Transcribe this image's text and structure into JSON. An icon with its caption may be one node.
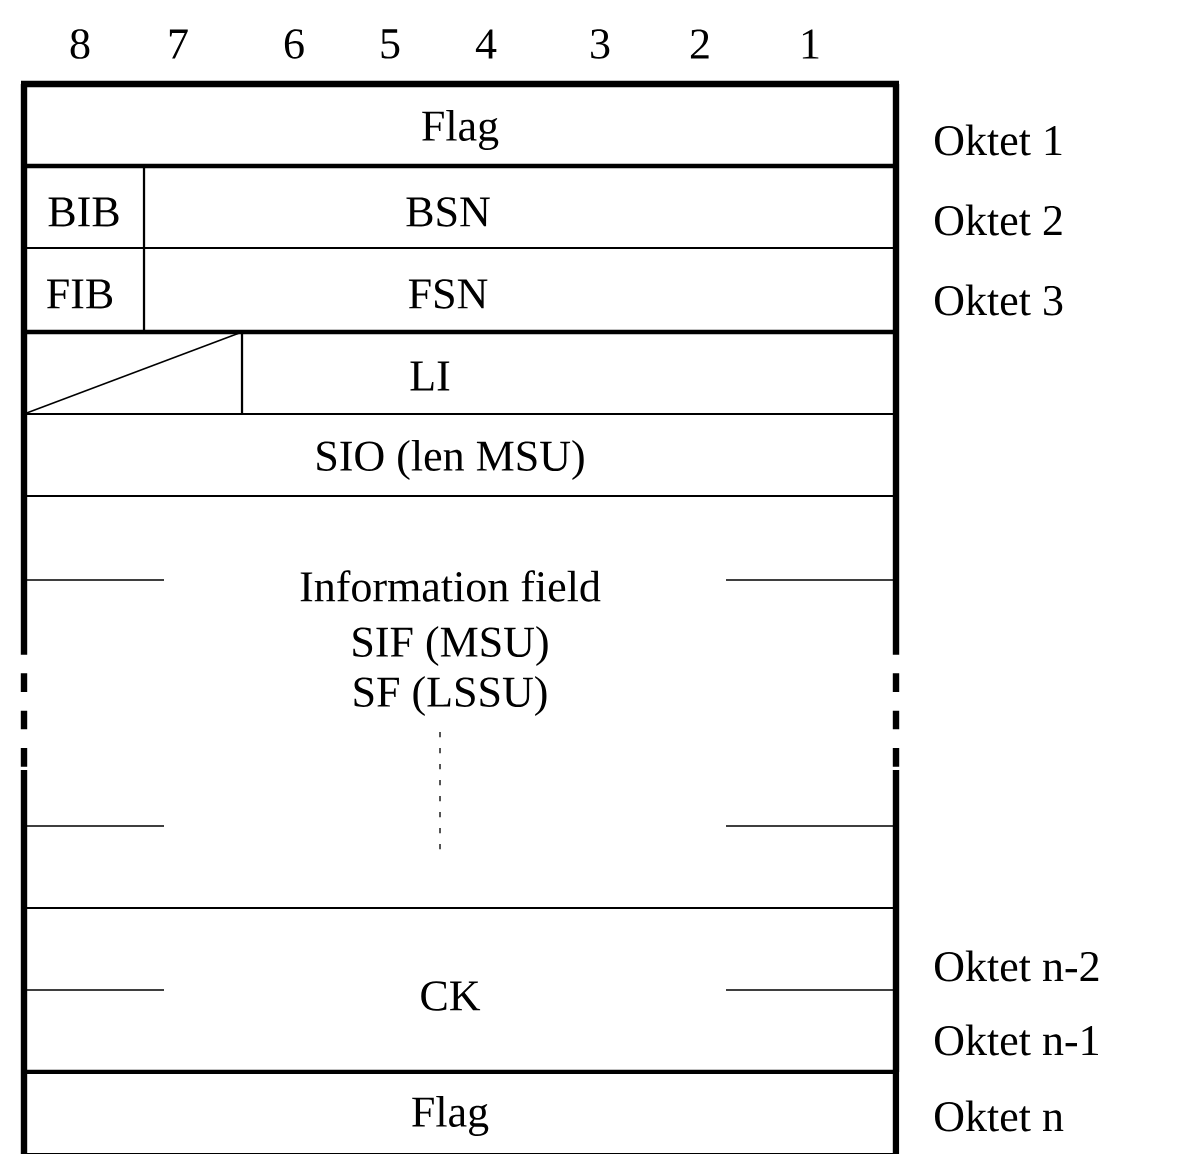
{
  "diagram": {
    "nodes": [
      {
        "text": [
          "Flag"
        ],
        "beside": [
          "Oktet 1"
        ]
      },
      {
        "text": [
          "BIB"
        ]
      },
      {
        "text": [
          "BSN"
        ],
        "beside": [
          "Oktet 2"
        ]
      },
      {
        "text": [
          "FIB"
        ]
      },
      {
        "text": [
          "FSN"
        ],
        "beside": [
          "Oktet 3"
        ]
      },
      {
        "text": [],
        "shape": "box"
      },
      {
        "text": [
          "LI"
        ]
      },
      {
        "text": [
          "SIO (len MSU)"
        ]
      },
      {
        "text": [
          "Information field",
          "SIF (MSU)",
          "SF (LSSU)"
        ]
      },
      {
        "text": [
          "CK"
        ],
        "beside": [
          "Oktet n-2",
          "Oktet n-1"
        ]
      },
      {
        "text": [
          "Flag"
        ],
        "beside": [
          "Oktet n"
        ]
      }
    ],
    "labels": [
      "8",
      "7",
      "6",
      "5",
      "4",
      "3",
      "2",
      "1"
    ]
  }
}
